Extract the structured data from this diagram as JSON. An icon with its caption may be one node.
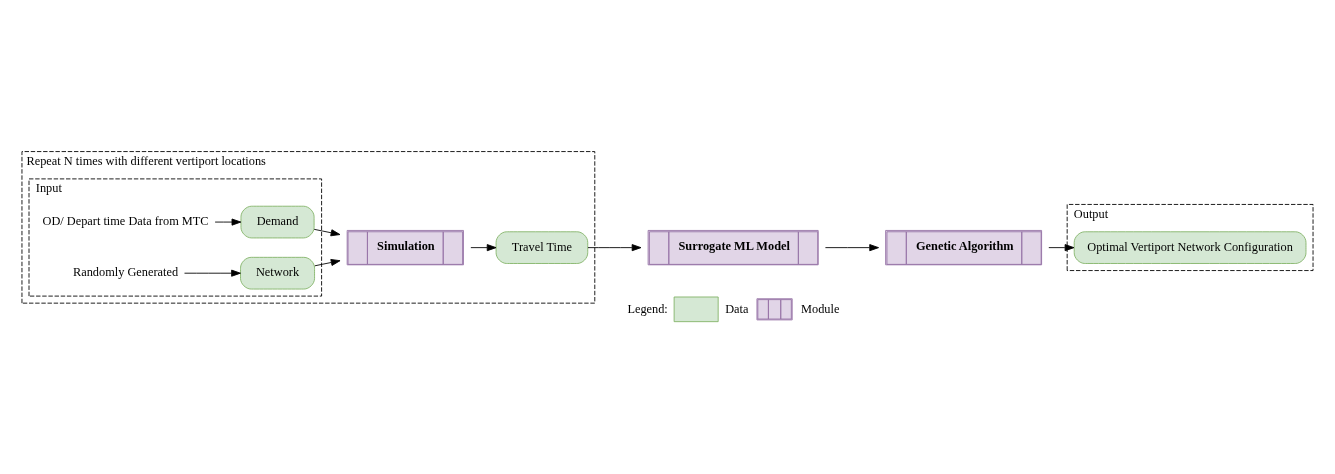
{
  "diagram": {
    "nodes": [
      {
        "text": [
          "Repeat N times with different vertiport locations"
        ]
      },
      {
        "text": [
          "Input"
        ],
        "in": 0
      },
      {
        "text": [
          "OD/ Depart time Data from MTC"
        ],
        "in": 1
      },
      {
        "text": [
          "Demand"
        ],
        "in": 1
      },
      {
        "text": [
          "Network"
        ],
        "in": 1
      },
      {
        "text": [
          "Randomly Generated"
        ],
        "in": 1
      },
      {
        "text": [
          "Simulation"
        ],
        "in": 0
      },
      {
        "text": [
          "Travel Time"
        ],
        "in": 0
      },
      {
        "text": [
          "Surrogate ML Model"
        ]
      },
      {
        "text": [
          "Genetic Algorithm"
        ]
      },
      {
        "text": [
          "Output"
        ]
      },
      {
        "text": [
          "Optimal Vertiport Network Configuration"
        ],
        "in": 10
      }
    ],
    "edges": [
      {
        "from": 2,
        "to": 3,
        "arrow": "to"
      },
      {
        "from": 5,
        "to": 4,
        "arrow": "to"
      },
      {
        "from": 3,
        "to": 6,
        "arrow": "to"
      },
      {
        "from": 4,
        "to": 6,
        "arrow": "to"
      },
      {
        "from": 6,
        "to": 7,
        "arrow": "to"
      },
      {
        "from": 7,
        "to": 8,
        "arrow": "to"
      },
      {
        "from": 8,
        "to": 9,
        "arrow": "to"
      },
      {
        "from": 9,
        "to": 11,
        "arrow": "to"
      }
    ],
    "labels": [
      "Legend:"
    ],
    "legend": [
      {
        "text": "Data",
        "color": "#d5e8d4"
      },
      {
        "text": "Module"
      }
    ]
  }
}
